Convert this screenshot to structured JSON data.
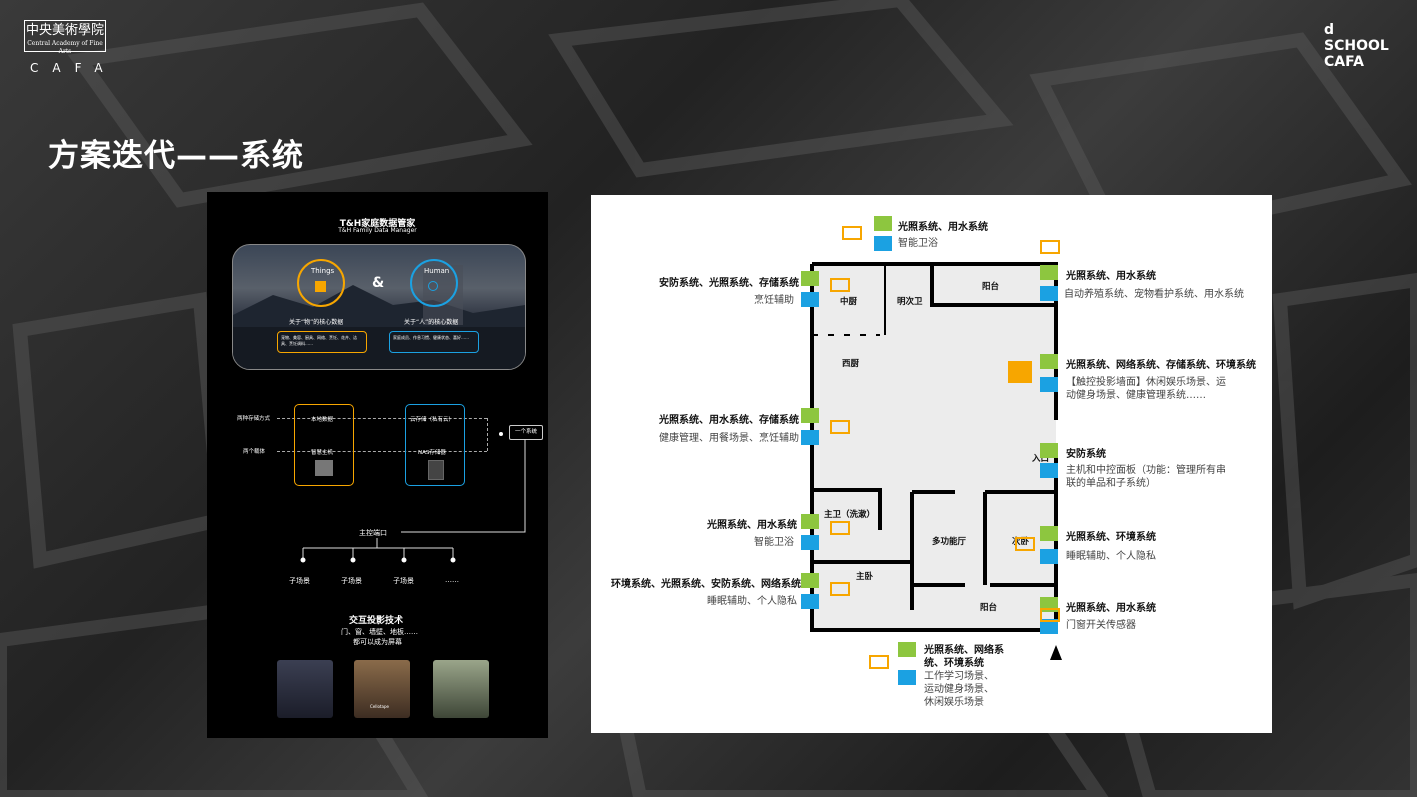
{
  "header": {
    "logo_cn": "中央美術學院",
    "logo_en": "Central Academy of Fine Arts",
    "logo_letters": "CAFA",
    "dschool": [
      "d",
      "SCHOOL",
      "CAFA"
    ],
    "title": "方案迭代——系统"
  },
  "left_panel": {
    "title": "T&H家庭数据管家",
    "subtitle": "T&H Family Data Manager",
    "things_label": "Things",
    "human_label": "Human",
    "amp": "&",
    "things_caption": "关于“物”的核心数据",
    "human_caption": "关于“人”的核心数据",
    "things_box": "宠物、美容、厨具、网络、烹饪、花卉、洁具、烹饪调料……",
    "human_box": "家庭成员、作息习惯、健康状态、喜好……",
    "storage_label": "两种存储方式",
    "carrier_label": "两个载体",
    "local_data": "本地数据",
    "cloud_storage": "云存储（私有云）",
    "smart_host": "智慧主机",
    "nas": "NAS存储器",
    "one_system": "一个系统",
    "main_port": "主控端口",
    "scenes": [
      "子场景",
      "子场景",
      "子场景",
      "……"
    ],
    "tech_title": "交互投影技术",
    "tech_sub1": "门、窗、墙壁、地板……",
    "tech_sub2": "都可以成为屏幕",
    "thumb_caption": "Cellotape"
  },
  "floorplan": {
    "rooms": {
      "zhongchu": "中厨",
      "mingciwei": "明次卫",
      "yangtai_top": "阳台",
      "xichu": "西厨",
      "zhuwei": "主卫（洗漱）",
      "duogongneng": "多功能厅",
      "ciwo": "次卧",
      "zhuwo": "主卧",
      "yangtai_bottom": "阳台",
      "rukou": "入口"
    },
    "annotations": [
      {
        "title": "光照系统、用水系统",
        "desc": "智能卫浴"
      },
      {
        "title": "安防系统、光照系统、存储系统",
        "desc": "烹饪辅助"
      },
      {
        "title": "光照系统、用水系统",
        "desc": "自动养殖系统、宠物看护系统、用水系统"
      },
      {
        "title": "光照系统、网络系统、存储系统、环境系统",
        "desc": "【触控投影墙面】休闲娱乐场景、运动健身场景、健康管理系统……"
      },
      {
        "title": "光照系统、用水系统、存储系统",
        "desc": "健康管理、用餐场景、烹饪辅助"
      },
      {
        "title": "安防系统",
        "desc": "主机和中控面板（功能：管理所有串联的单品和子系统）"
      },
      {
        "title": "光照系统、用水系统",
        "desc": "智能卫浴"
      },
      {
        "title": "光照系统、环境系统",
        "desc": "睡眠辅助、个人隐私"
      },
      {
        "title": "环境系统、光照系统、安防系统、网络系统",
        "desc": "睡眠辅助、个人隐私"
      },
      {
        "title": "光照系统、用水系统",
        "desc": "门窗开关传感器"
      },
      {
        "title": "光照系统、网络系统、环境系统",
        "desc": "工作学习场景、运动健身场景、休闲娱乐场景"
      }
    ],
    "colors": {
      "green": "#8dc63f",
      "blue": "#1ba1e2",
      "orange": "#f7a600"
    }
  }
}
